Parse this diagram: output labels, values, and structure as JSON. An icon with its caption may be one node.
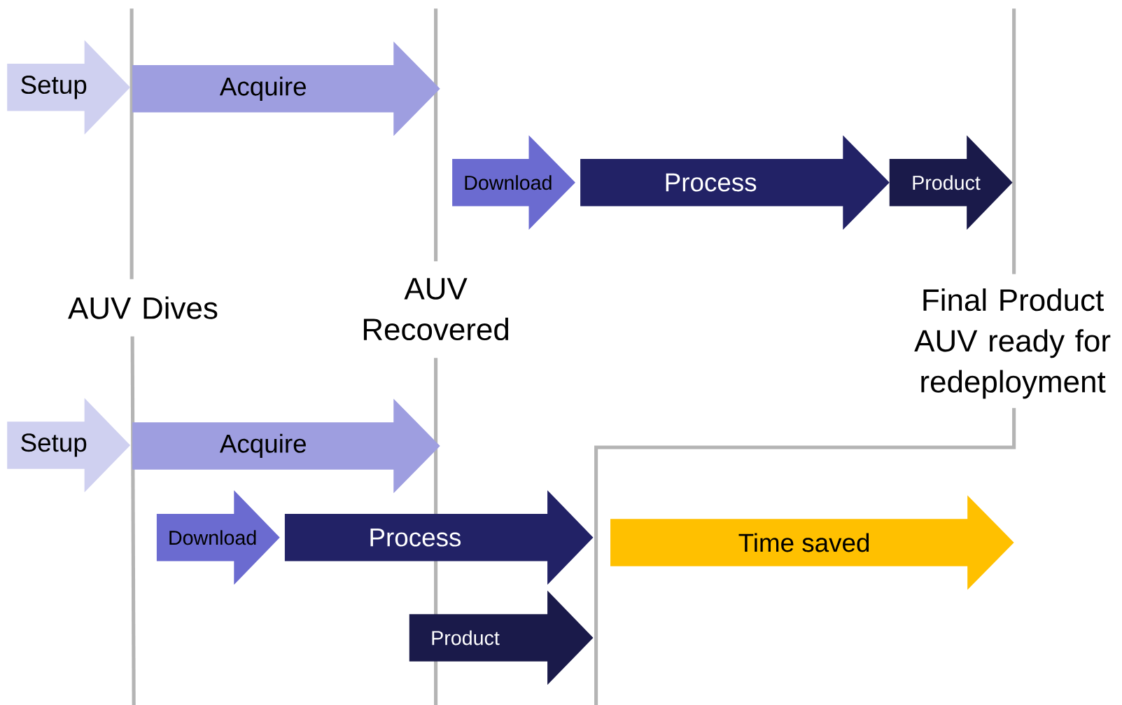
{
  "diagram": {
    "nodes": [
      {
        "text": [
          "Setup"
        ]
      },
      {
        "text": [
          "Acquire"
        ]
      },
      {
        "text": [
          "Download"
        ]
      },
      {
        "text": [
          "Process"
        ]
      },
      {
        "text": [
          "Product"
        ]
      },
      {
        "text": [
          "Setup"
        ]
      },
      {
        "text": [
          "Acquire"
        ]
      },
      {
        "text": [
          "Download"
        ]
      },
      {
        "text": [
          "Process"
        ]
      },
      {
        "text": [
          "Time saved"
        ]
      },
      {
        "text": [
          "Product"
        ]
      }
    ],
    "labels": [
      "AUV Dives",
      "AUV Recovered",
      "Final Product AUV ready for redeployment"
    ]
  }
}
